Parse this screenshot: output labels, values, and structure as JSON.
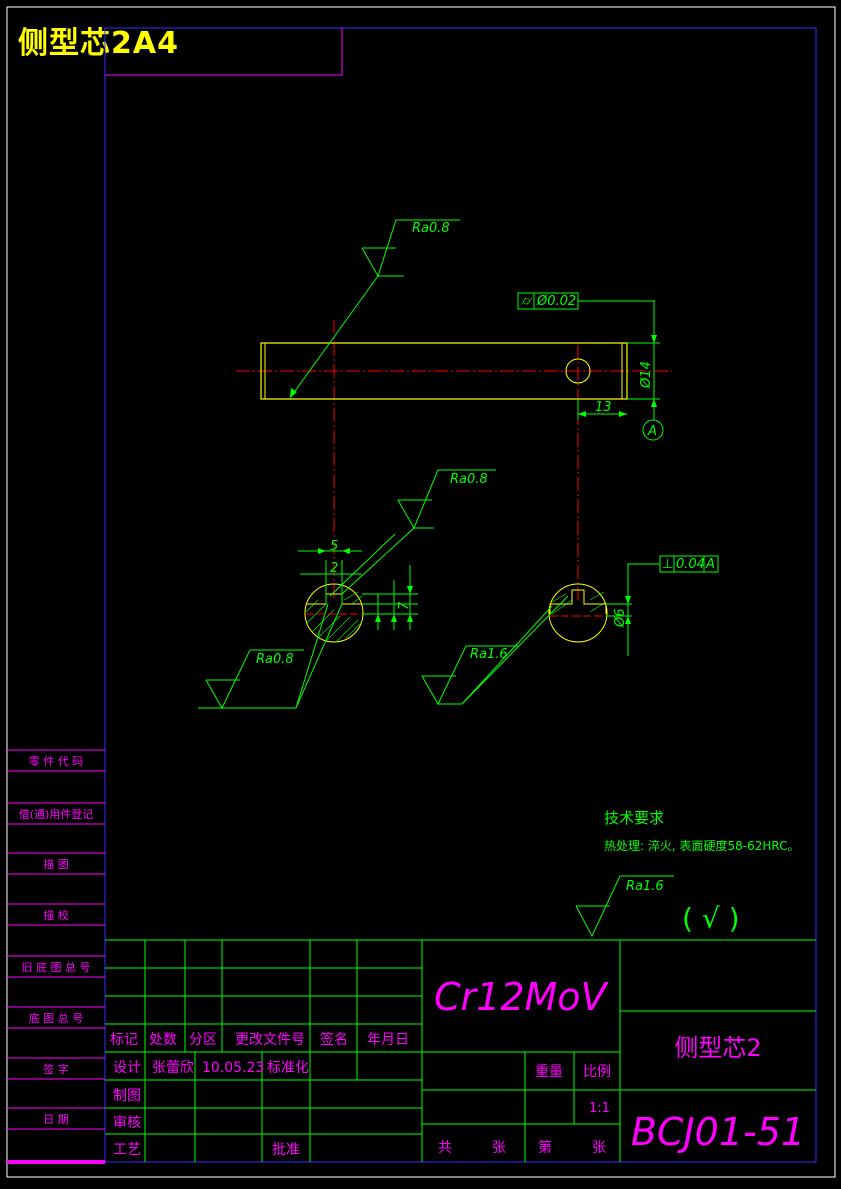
{
  "drawing_title": "侧型芯2A4",
  "annotations": {
    "ra_top": "Ra0.8",
    "flatness": "Ø0.02",
    "diameter_14": "Ø14",
    "dim_13": "13",
    "datum": "A",
    "ra_mid": "Ra0.8",
    "dim_5": "5",
    "dim_2": "2",
    "dim_7": "7",
    "perpendicularity_value": "0.04",
    "perpendicularity_datum": "A",
    "diameter_6": "Ø6",
    "ra_left": "Ra0.8",
    "ra_right": "Ra1.6"
  },
  "tech_requirements": {
    "heading": "技术要求",
    "line1": "热处理: 淬火, 表面硬度58-62HRC。",
    "ra_general": "Ra1.6",
    "bracket": "( √ )"
  },
  "side_labels": [
    "零 件 代 码",
    "借(通)用件登记",
    "描    图",
    "描    校",
    "旧 底 图 总 号",
    "底 图 总 号",
    "签    字",
    "日    期"
  ],
  "title_block": {
    "material": "Cr12MoV",
    "part_name": "侧型芯2",
    "drawing_number": "BCJ01-51",
    "headers": [
      "标记",
      "处数",
      "分区",
      "更改文件号",
      "签名",
      "年月日"
    ],
    "design_label": "设计",
    "designer": "张蕾欣",
    "date": "10.05.23",
    "standardization": "标准化",
    "drawing_label": "制图",
    "check_label": "审核",
    "process_label": "工艺",
    "approve_label": "批准",
    "weight_label": "重量",
    "scale_label": "比例",
    "scale_value": "1:1",
    "total_label": "共",
    "sheets_label": "张",
    "sheet_label": "第",
    "sheets_label2": "张"
  }
}
